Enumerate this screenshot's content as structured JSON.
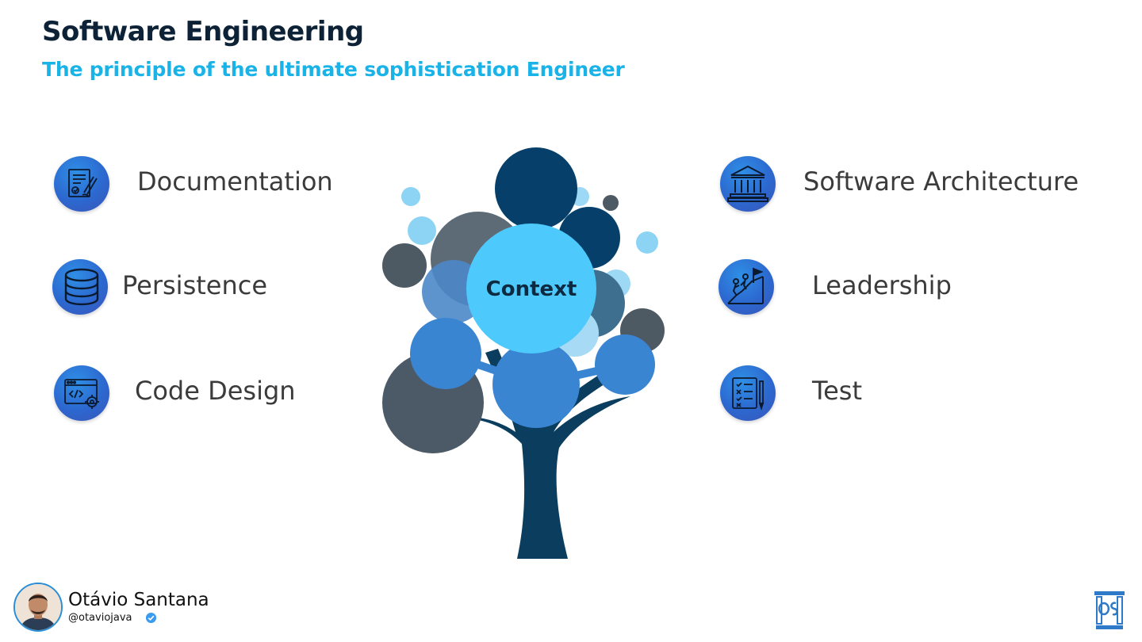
{
  "header": {
    "title": "Software Engineering",
    "subtitle": "The principle of the ultimate sophistication Engineer"
  },
  "center": {
    "label": "Context"
  },
  "topics_left": [
    {
      "label": "Documentation",
      "icon": "document-signature-icon"
    },
    {
      "label": "Persistence",
      "icon": "database-icon"
    },
    {
      "label": "Code Design",
      "icon": "code-settings-icon"
    }
  ],
  "topics_right": [
    {
      "label": "Software Architecture",
      "icon": "building-columns-icon"
    },
    {
      "label": "Leadership",
      "icon": "climbing-flag-icon"
    },
    {
      "label": "Test",
      "icon": "checklist-icon"
    }
  ],
  "author": {
    "name": "Otávio Santana",
    "handle": "@otaviojava"
  },
  "colors": {
    "title": "#0d2236",
    "subtitle": "#1ab3e8",
    "icon_blue": "#2c68cf",
    "tree_dark": "#0a3d5e",
    "context_circle": "#4ec9fb"
  }
}
